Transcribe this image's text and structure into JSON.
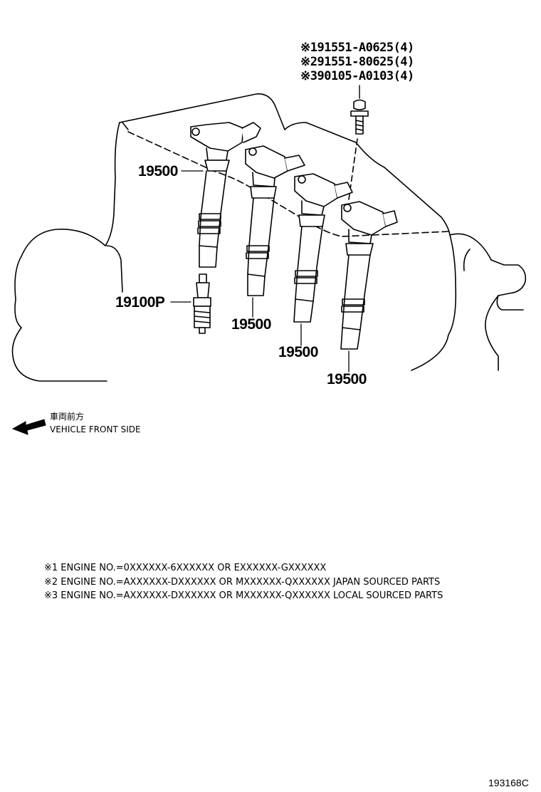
{
  "callouts": {
    "ref1": "※191551-A0625(4)",
    "ref2": "※291551-80625(4)",
    "ref3": "※390105-A0103(4)",
    "coil_a": "19500",
    "coil_b": "19500",
    "coil_c": "19500",
    "coil_d": "19500",
    "plug": "19100P"
  },
  "direction": {
    "jp": "車両前方",
    "en": "VEHICLE FRONT SIDE",
    "icon": "arrow-left-icon"
  },
  "notes": [
    "※1 ENGINE NO.=0XXXXXX-6XXXXXX OR EXXXXXX-GXXXXXX",
    "※2 ENGINE NO.=AXXXXXX-DXXXXXX OR MXXXXXX-QXXXXXX JAPAN SOURCED PARTS",
    "※3 ENGINE NO.=AXXXXXX-DXXXXXX OR MXXXXXX-QXXXXXX LOCAL SOURCED PARTS"
  ],
  "figure_code": "193168C"
}
